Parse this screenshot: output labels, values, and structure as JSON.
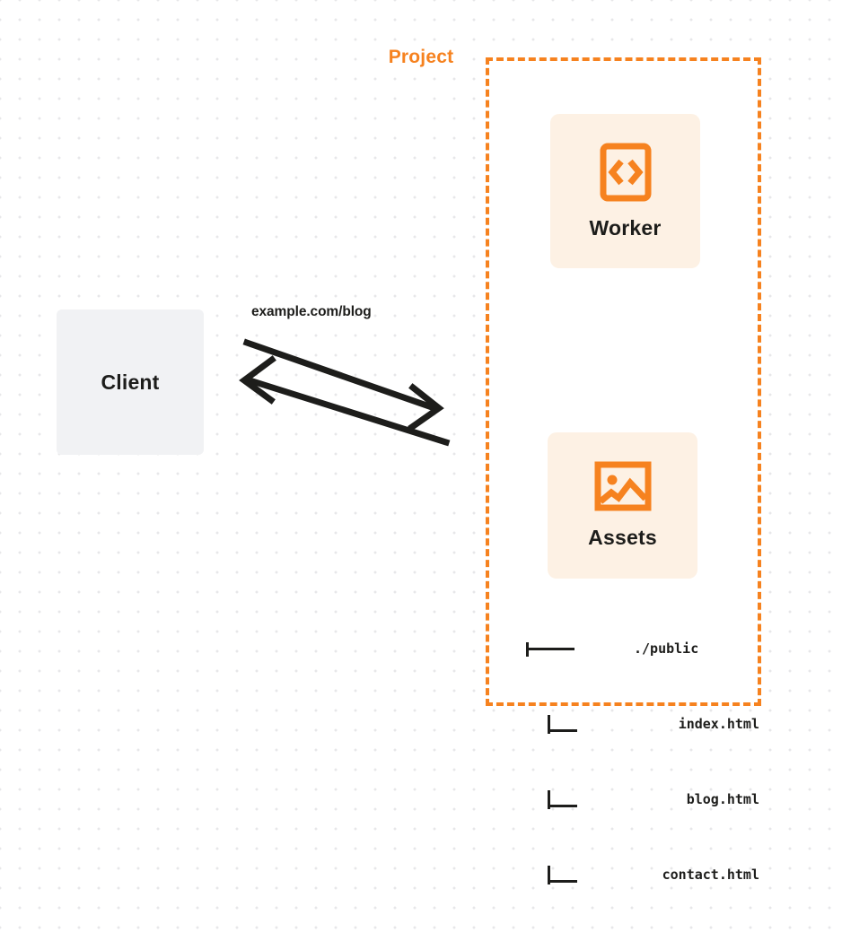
{
  "diagram": {
    "title": "Worker and Assets project request flow",
    "background": {
      "style": "dot-grid",
      "dot_color": "#e7e7e9",
      "page_color": "#ffffff"
    },
    "colors": {
      "accent_orange": "#f6821f",
      "card_fill": "#fdf1e4",
      "client_fill": "#f1f2f4",
      "text_dark": "#1d1d1b"
    }
  },
  "client": {
    "label": "Client"
  },
  "connection": {
    "url_label": "example.com/blog",
    "request_direction": "client-to-project",
    "response_direction": "project-to-client"
  },
  "project": {
    "title": "Project",
    "cards": [
      {
        "label": "Worker",
        "icon": "code-brackets-icon"
      },
      {
        "label": "Assets",
        "icon": "image-icon"
      }
    ],
    "file_tree": [
      {
        "branch": "|---",
        "name": "./public"
      },
      {
        "branch": "|__",
        "name": "index.html"
      },
      {
        "branch": "|__",
        "name": "blog.html"
      },
      {
        "branch": "|__",
        "name": "contact.html"
      }
    ]
  }
}
